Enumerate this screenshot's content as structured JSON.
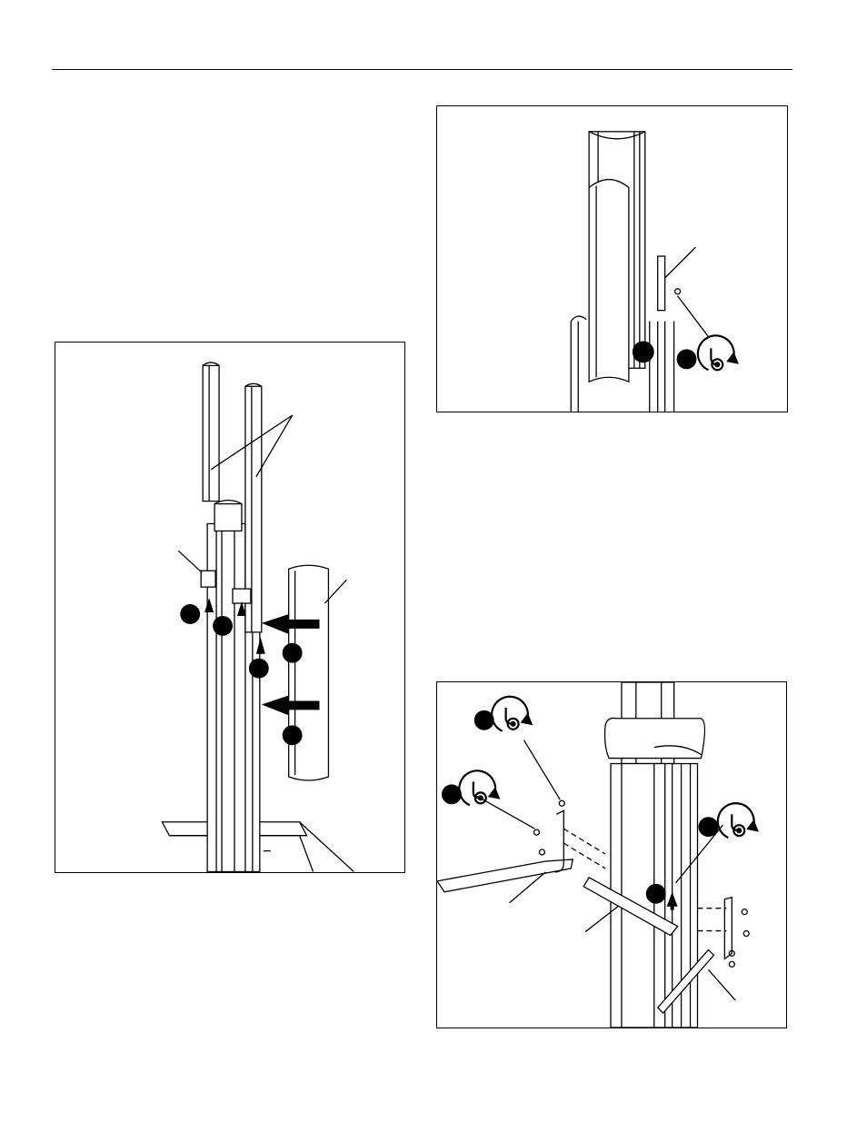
{
  "page": {
    "figures": [
      {
        "id": "fig-left",
        "description_name": "column-assembly-figure"
      },
      {
        "id": "fig-top-right",
        "description_name": "column-extension-figure"
      },
      {
        "id": "fig-bottom-right",
        "description_name": "shelf-bracket-figure"
      }
    ]
  },
  "icons": {
    "callout": "filled-black-circle",
    "rotate": "rotate-clockwise-arrow-icon",
    "push": "push-arrow-icon"
  },
  "colors": {
    "ink": "#000000",
    "paper": "#ffffff"
  }
}
